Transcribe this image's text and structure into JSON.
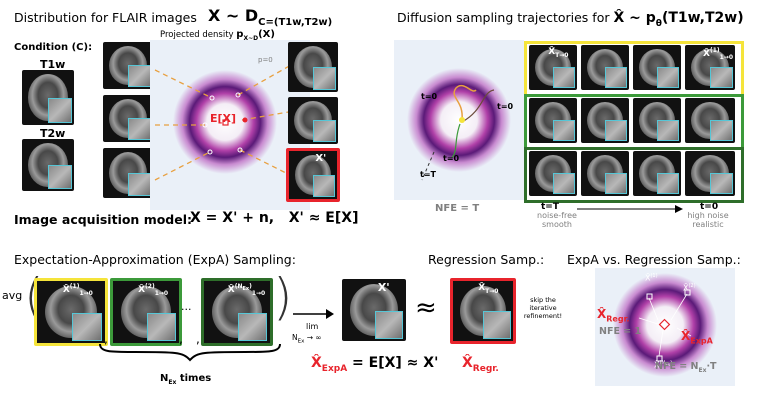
{
  "top_left": {
    "title": "Distribution for FLAIR images",
    "title_formula": "X ~ D",
    "title_sub": "C=(T1w,T2w)",
    "condition_label": "Condition (C):",
    "t1w_label": "T1w",
    "t2w_label": "T2w",
    "projected_density": "Projected density",
    "projected_density_formula": "p",
    "projected_density_sub": "X~D",
    "projected_density_arg": "(X)",
    "p0_label": "p=0",
    "ex_label": "E[X]",
    "xprime_label": "X'"
  },
  "acquisition": {
    "title": "Image acquisition model:",
    "formula1": "X = X' + n,",
    "formula2": "X' ≈ E[X]"
  },
  "top_right": {
    "title": "Diffusion sampling trajectories for",
    "title_formula": "X̂ ~ p",
    "title_sub": "θ",
    "title_arg": "(T1w,T2w)",
    "t0_a": "t=0",
    "t0_b": "t=0",
    "t0_c": "t=0",
    "tT": "t=T",
    "nfe": "NFE = T",
    "row1_first": "X̂",
    "row1_first_sub": "T→0",
    "row1_last": "X̂",
    "row1_last_sup": "(1)",
    "row1_last_sub": "1→0",
    "arrow_left": "t=T",
    "arrow_left_sub1": "noise-free",
    "arrow_left_sub2": "smooth",
    "arrow_right": "t=0",
    "arrow_right_sub1": "high noise",
    "arrow_right_sub2": "realistic"
  },
  "expa": {
    "title": "Expectation-Approximation (ExpA) Sampling:",
    "avg": "avg",
    "img1_sup": "(1)",
    "img1_sub": "1→0",
    "img2_sup": "(2)",
    "img2_sub": "1→0",
    "img3_sup": "(N",
    "img3_sup_sub": "Ex",
    "img3_sup_end": ")",
    "img3_sub": "1→0",
    "ellipsis": "...",
    "comma1": ",",
    "comma2": ",",
    "comma3": ",",
    "brace_label": "N",
    "brace_label_sub": "Ex",
    "brace_label_end": " times",
    "lim": "lim",
    "lim_sub": "N",
    "lim_sub_sub": "Ex",
    "lim_sub_end": " → ∞",
    "xprime": "X'",
    "result": "X̂",
    "result_sub": "ExpA",
    "result_eq": " = E[X] ≈ X'",
    "approx": "≈"
  },
  "regression": {
    "title": "Regression Samp.:",
    "img_label": "X̂",
    "img_sub": "T→0",
    "skip_note1": "skip the",
    "skip_note2": "iterative",
    "skip_note3": "refinement!",
    "result": "X̂",
    "result_sub": "Regr."
  },
  "comparison": {
    "title": "ExpA vs. Regression Samp.:",
    "regr": "X̂",
    "regr_sub": "Regr.",
    "expa": "X̂",
    "expa_sub": "ExpA",
    "nfe1": "NFE = 1",
    "nfe2": "NFE = N",
    "nfe2_sub": "Ex",
    "nfe2_end": "·T",
    "pt1": "X̂",
    "pt1_sup": "(1)",
    "pt2": "X̂",
    "pt2_sup": "(2)",
    "pt3": "X̂",
    "pt3_sup": "(N",
    "pt3_sup_sub": "Ex",
    "pt3_sup_end": ")"
  },
  "colors": {
    "yellow": "#f5e43a",
    "green": "#3c9a3a",
    "red": "#e8242c",
    "cyan": "#56c6d6",
    "purple": "#4a1a66",
    "orange": "#e8a040"
  }
}
